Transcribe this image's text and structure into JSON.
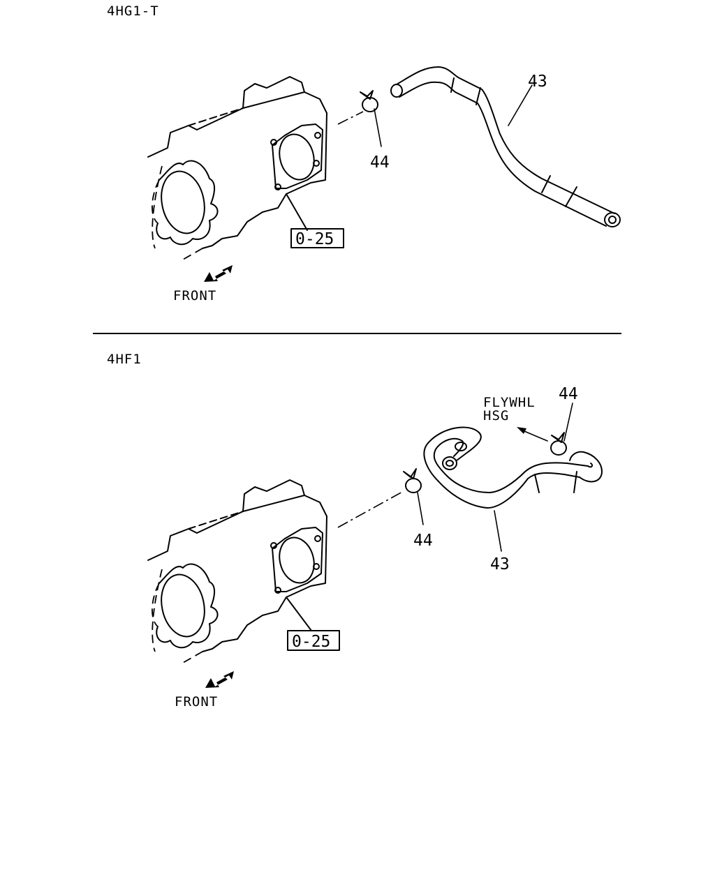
{
  "sections": [
    {
      "title": "4HG1-T",
      "callouts": {
        "hose": "43",
        "clamp": "44",
        "ref": "0-25"
      },
      "front_label": "FRONT"
    },
    {
      "title": "4HF1",
      "callouts": {
        "hose": "43",
        "clamp_a": "44",
        "clamp_b": "44",
        "ref": "0-25"
      },
      "front_label": "FRONT",
      "destination": {
        "line1": "FLYWHL",
        "line2": "HSG"
      }
    }
  ]
}
